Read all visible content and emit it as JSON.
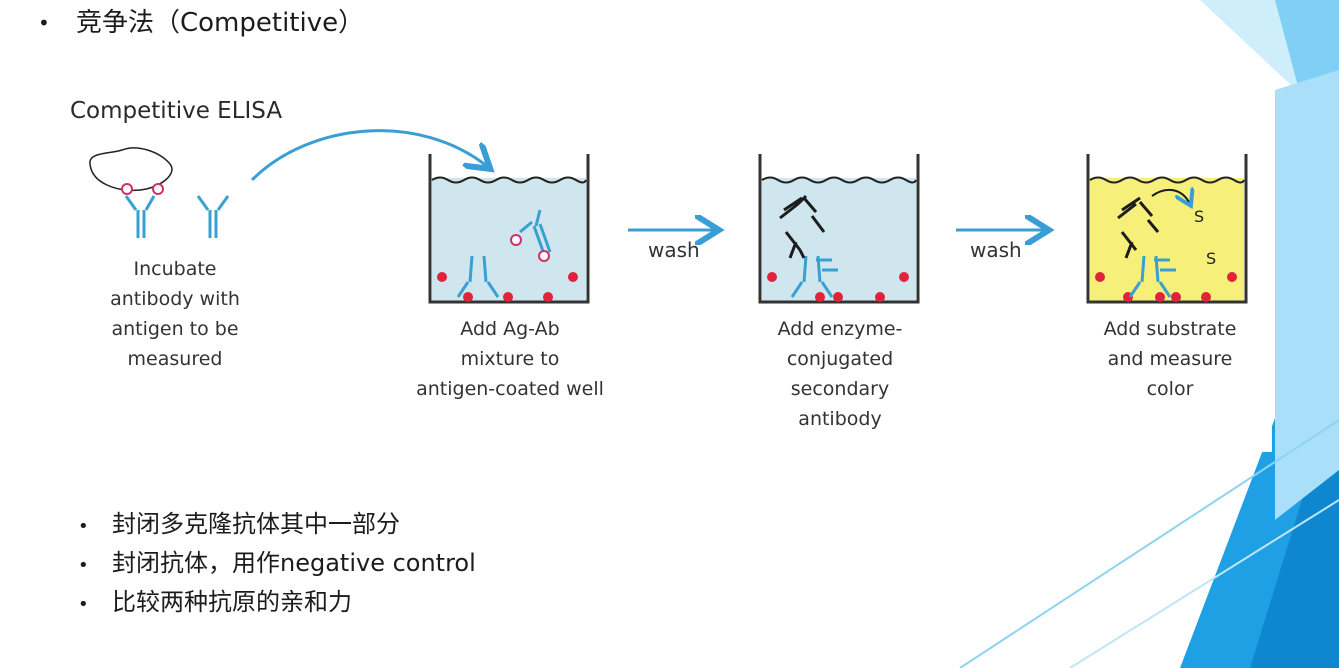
{
  "slide": {
    "bullet_symbol": "•",
    "title": "竞争法（Competitive）"
  },
  "panel": {
    "title": "Competitive ELISA",
    "steps": [
      {
        "caption": [
          "Incubate",
          "antibody with",
          "antigen to be",
          "measured"
        ]
      },
      {
        "caption": [
          "Add Ag-Ab",
          "mixture to",
          "antigen-coated well"
        ]
      },
      {
        "caption": [
          "Add enzyme-",
          "conjugated",
          "secondary",
          "antibody"
        ]
      },
      {
        "caption": [
          "Add substrate",
          "and measure",
          "color"
        ]
      }
    ],
    "arrows": [
      {
        "label": "wash"
      },
      {
        "label": "wash"
      }
    ],
    "substrate_labels": [
      "S",
      "S"
    ]
  },
  "bullets": [
    "封闭多克隆抗体其中一部分",
    "封闭抗体，用作negative control",
    "比较两种抗原的亲和力"
  ],
  "colors": {
    "well_liquid": "#cfe6ee",
    "substrate_liquid": "#f6ef7a",
    "antibody_blue": "#3aa0d0",
    "antigen_red": "#e2223a",
    "arrow_blue": "#3a9ed6",
    "deco_blue": "#29a3e6"
  }
}
